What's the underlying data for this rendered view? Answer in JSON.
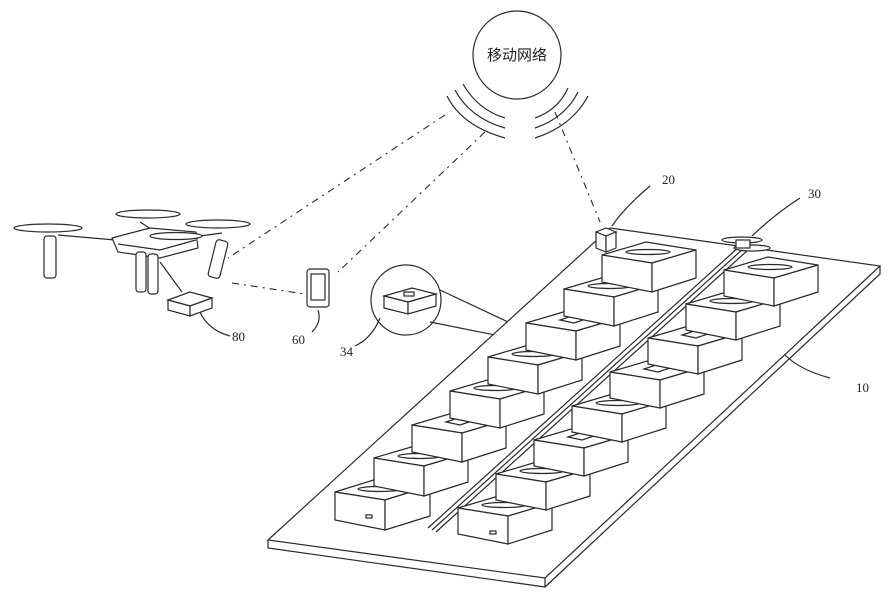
{
  "network": {
    "label": "移动网络"
  },
  "labels": {
    "station": "10",
    "controller": "20",
    "track_drone": "30",
    "box": "34",
    "terminal": "60",
    "module": "80"
  }
}
